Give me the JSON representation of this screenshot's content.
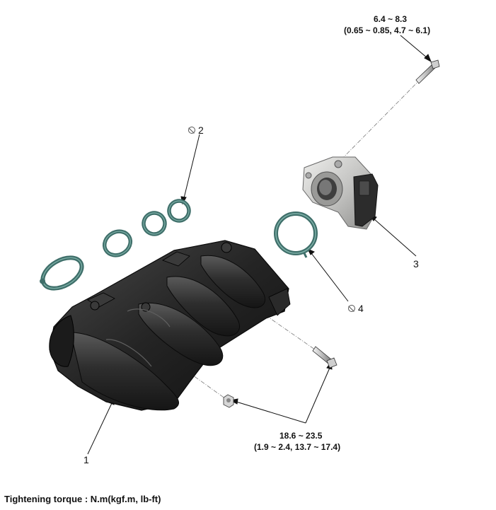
{
  "torque_top": {
    "line1": "6.4 ~ 8.3",
    "line2": "(0.65 ~ 0.85, 4.7 ~ 6.1)"
  },
  "torque_bottom": {
    "line1": "18.6 ~ 23.5",
    "line2": "(1.9 ~ 2.4, 13.7 ~ 17.4)"
  },
  "callouts": {
    "item1": "1",
    "item2": "2",
    "item3": "3",
    "item4": "4"
  },
  "footer": "Tightening torque : N.m(kgf.m, lb-ft)",
  "colors": {
    "gasket": "#3f6f6a",
    "gasket_light": "#6fa39b",
    "manifold": "#2b2b2b",
    "throttle_body": "#c8c8c6"
  }
}
